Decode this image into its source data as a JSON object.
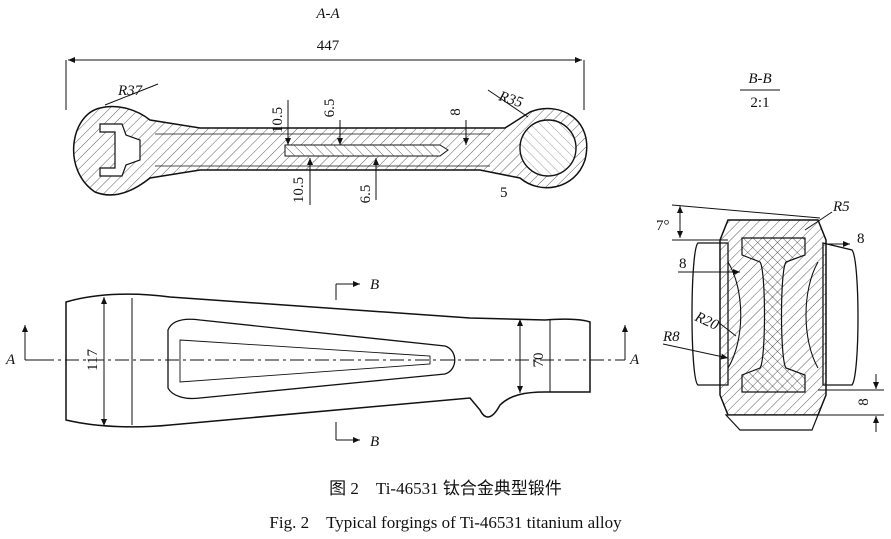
{
  "section_aa": {
    "title": "A-A",
    "overall_length": "447"
  },
  "section_bb": {
    "title": "B-B",
    "scale": "2:1"
  },
  "labels_aa": {
    "r37": "R37",
    "r35": "R35",
    "d10_5_top": "10.5",
    "d6_5_top": "6.5",
    "d8": "8",
    "d10_5_bot": "10.5",
    "d6_5_bot": "6.5",
    "d5": "5"
  },
  "labels_plan": {
    "width_left": "117",
    "width_right": "70",
    "a_left": "A",
    "a_right": "A",
    "b_top": "B",
    "b_bot": "B"
  },
  "labels_bb": {
    "angle": "7°",
    "r5": "R5",
    "d8_right": "8",
    "d8_left": "8",
    "r20": "R20",
    "r8": "R8",
    "d8_bottom": "8"
  },
  "caption": {
    "cn": "图 2　Ti-46531 钛合金典型锻件",
    "en": "Fig. 2　Typical forgings of Ti-46531 titanium alloy"
  }
}
